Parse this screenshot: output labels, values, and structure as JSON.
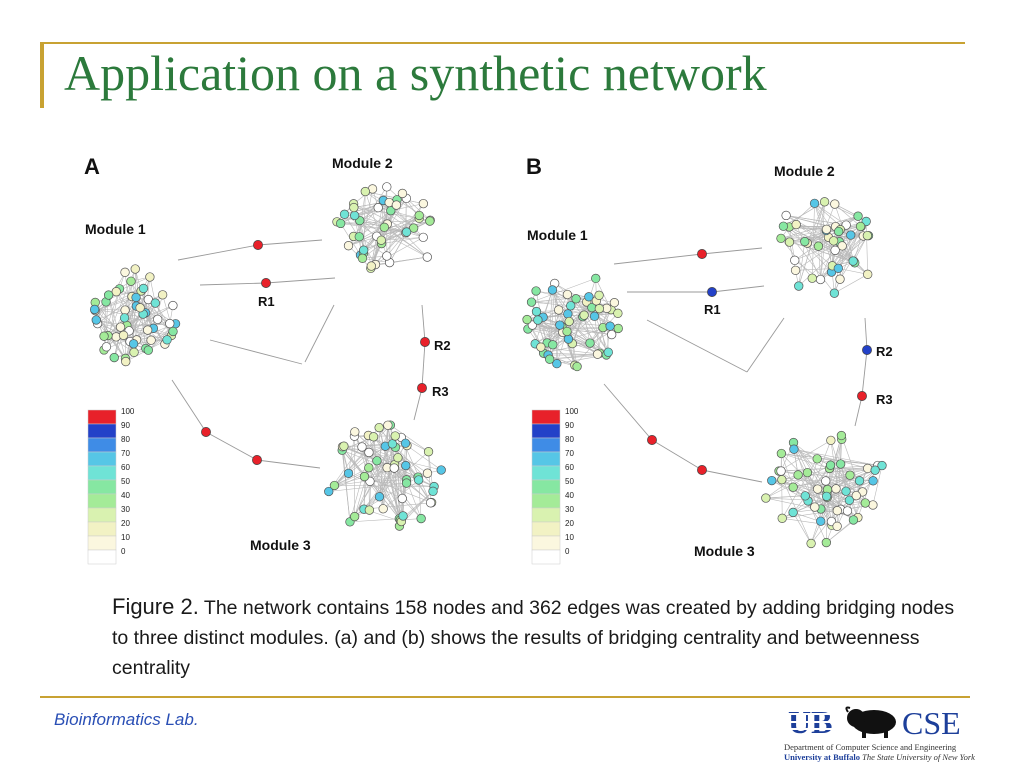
{
  "slide": {
    "title": "Application on a synthetic network"
  },
  "panels": [
    {
      "letter": "A",
      "module_labels": [
        "Module 1",
        "Module 2",
        "Module 3"
      ],
      "bridge_labels": [
        "R1",
        "R2",
        "R3"
      ],
      "scale_ticks": [
        "100",
        "90",
        "80",
        "70",
        "60",
        "50",
        "40",
        "30",
        "20",
        "10",
        "0"
      ]
    },
    {
      "letter": "B",
      "module_labels": [
        "Module 1",
        "Module 2",
        "Module 3"
      ],
      "bridge_labels": [
        "R1",
        "R2",
        "R3"
      ],
      "scale_ticks": [
        "100",
        "90",
        "80",
        "70",
        "60",
        "50",
        "40",
        "30",
        "20",
        "10",
        "0"
      ]
    }
  ],
  "scale_colors": [
    "#e8212a",
    "#2341c8",
    "#3f8ce6",
    "#56c6e6",
    "#6fe3d6",
    "#86e7a2",
    "#a4eb98",
    "#d9f2b0",
    "#f2f2c4",
    "#fbf7df",
    "#ffffff"
  ],
  "caption": {
    "lead": "Figure 2.",
    "text": "The network contains 158 nodes and 362 edges was created by adding bridging nodes to three distinct modules. (a) and (b) shows the results of bridging centrality and betweenness centrality"
  },
  "footer": {
    "lab": "Bioinformatics Lab.",
    "logo_ub": "UB",
    "logo_cse": "CSE",
    "dept_line": "Department of Computer Science and Engineering",
    "univ_bold": "University at Buffalo",
    "univ_rest": "The State University of New York"
  },
  "colors": {
    "title": "#2c7a3c",
    "rule": "#c8a232",
    "lab_link": "#2a4fb5",
    "bridge_red": "#e8212a",
    "bridge_blue": "#2341c8"
  }
}
